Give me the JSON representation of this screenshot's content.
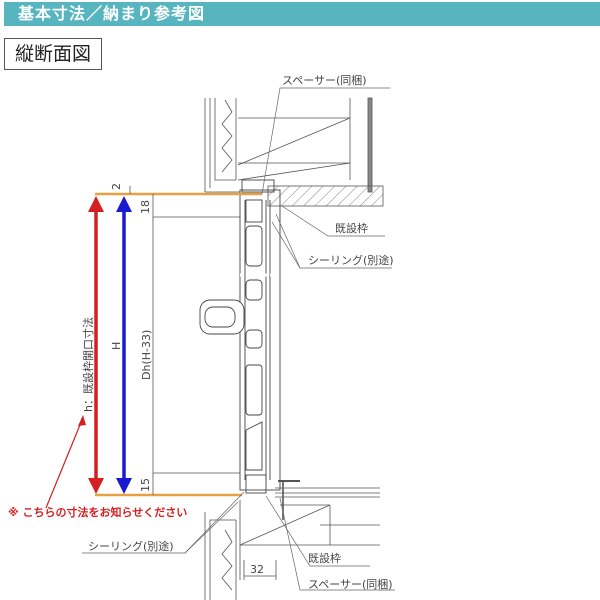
{
  "header": {
    "title": "基本寸法／納まり参考図",
    "color": "#57b5c0"
  },
  "section": {
    "label": "縦断面図"
  },
  "callouts": {
    "spacer_top": "スペーサー(同梱)",
    "existing_frame_top": "既設枠",
    "sealing_top": "シーリング(別途)",
    "sealing_bottom": "シーリング(別途)",
    "existing_frame_bottom": "既設枠",
    "spacer_bottom": "スペーサー(同梱)"
  },
  "dimensions": {
    "top_gap": "2",
    "top_offset": "18",
    "bottom_offset": "15",
    "depth": "32",
    "h_label": "h：既設枠開口寸法",
    "H_label": "H",
    "Dh_label": "Dh(H-33)"
  },
  "note": "※ こちらの寸法をお知らせください",
  "colors": {
    "h_arrow": "#d42020",
    "H_arrow": "#1a1ad0",
    "opening_line": "#e8a040"
  }
}
